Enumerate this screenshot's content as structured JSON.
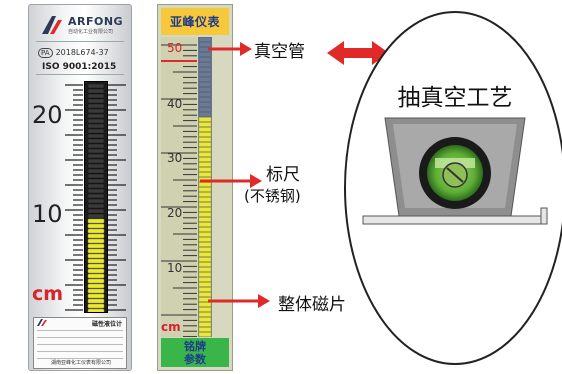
{
  "left_gauge": {
    "brand": "ARFONG",
    "brand_sub": "自动化工业有限公司",
    "pa_badge": "PA",
    "pa_number": "2018L674-37",
    "iso": "ISO  9001:2015",
    "scale_labels": [
      "20",
      "10"
    ],
    "unit": "cm",
    "nameplate_title": "磁性液位计",
    "nameplate_footer": "湖南亚峰化工仪表有限公司"
  },
  "right_gauge": {
    "top_label": "亚峰仪表",
    "scale_labels": [
      "50",
      "40",
      "30",
      "20",
      "10"
    ],
    "unit": "cm",
    "bottom_label_line1": "铭牌",
    "bottom_label_line2": "参数"
  },
  "annotations": {
    "vacuum_tube": "真空管",
    "ruler_line1": "标尺",
    "ruler_line2": "(不锈钢)",
    "magnet": "整体磁片"
  },
  "detail": {
    "title": "抽真空工艺"
  },
  "colors": {
    "accent_red": "#e02a28",
    "yellow_flap": "#ece83a",
    "header_yellow": "#f6c83a",
    "footer_green": "#39b54a",
    "vacuum_green": "#74c442"
  }
}
